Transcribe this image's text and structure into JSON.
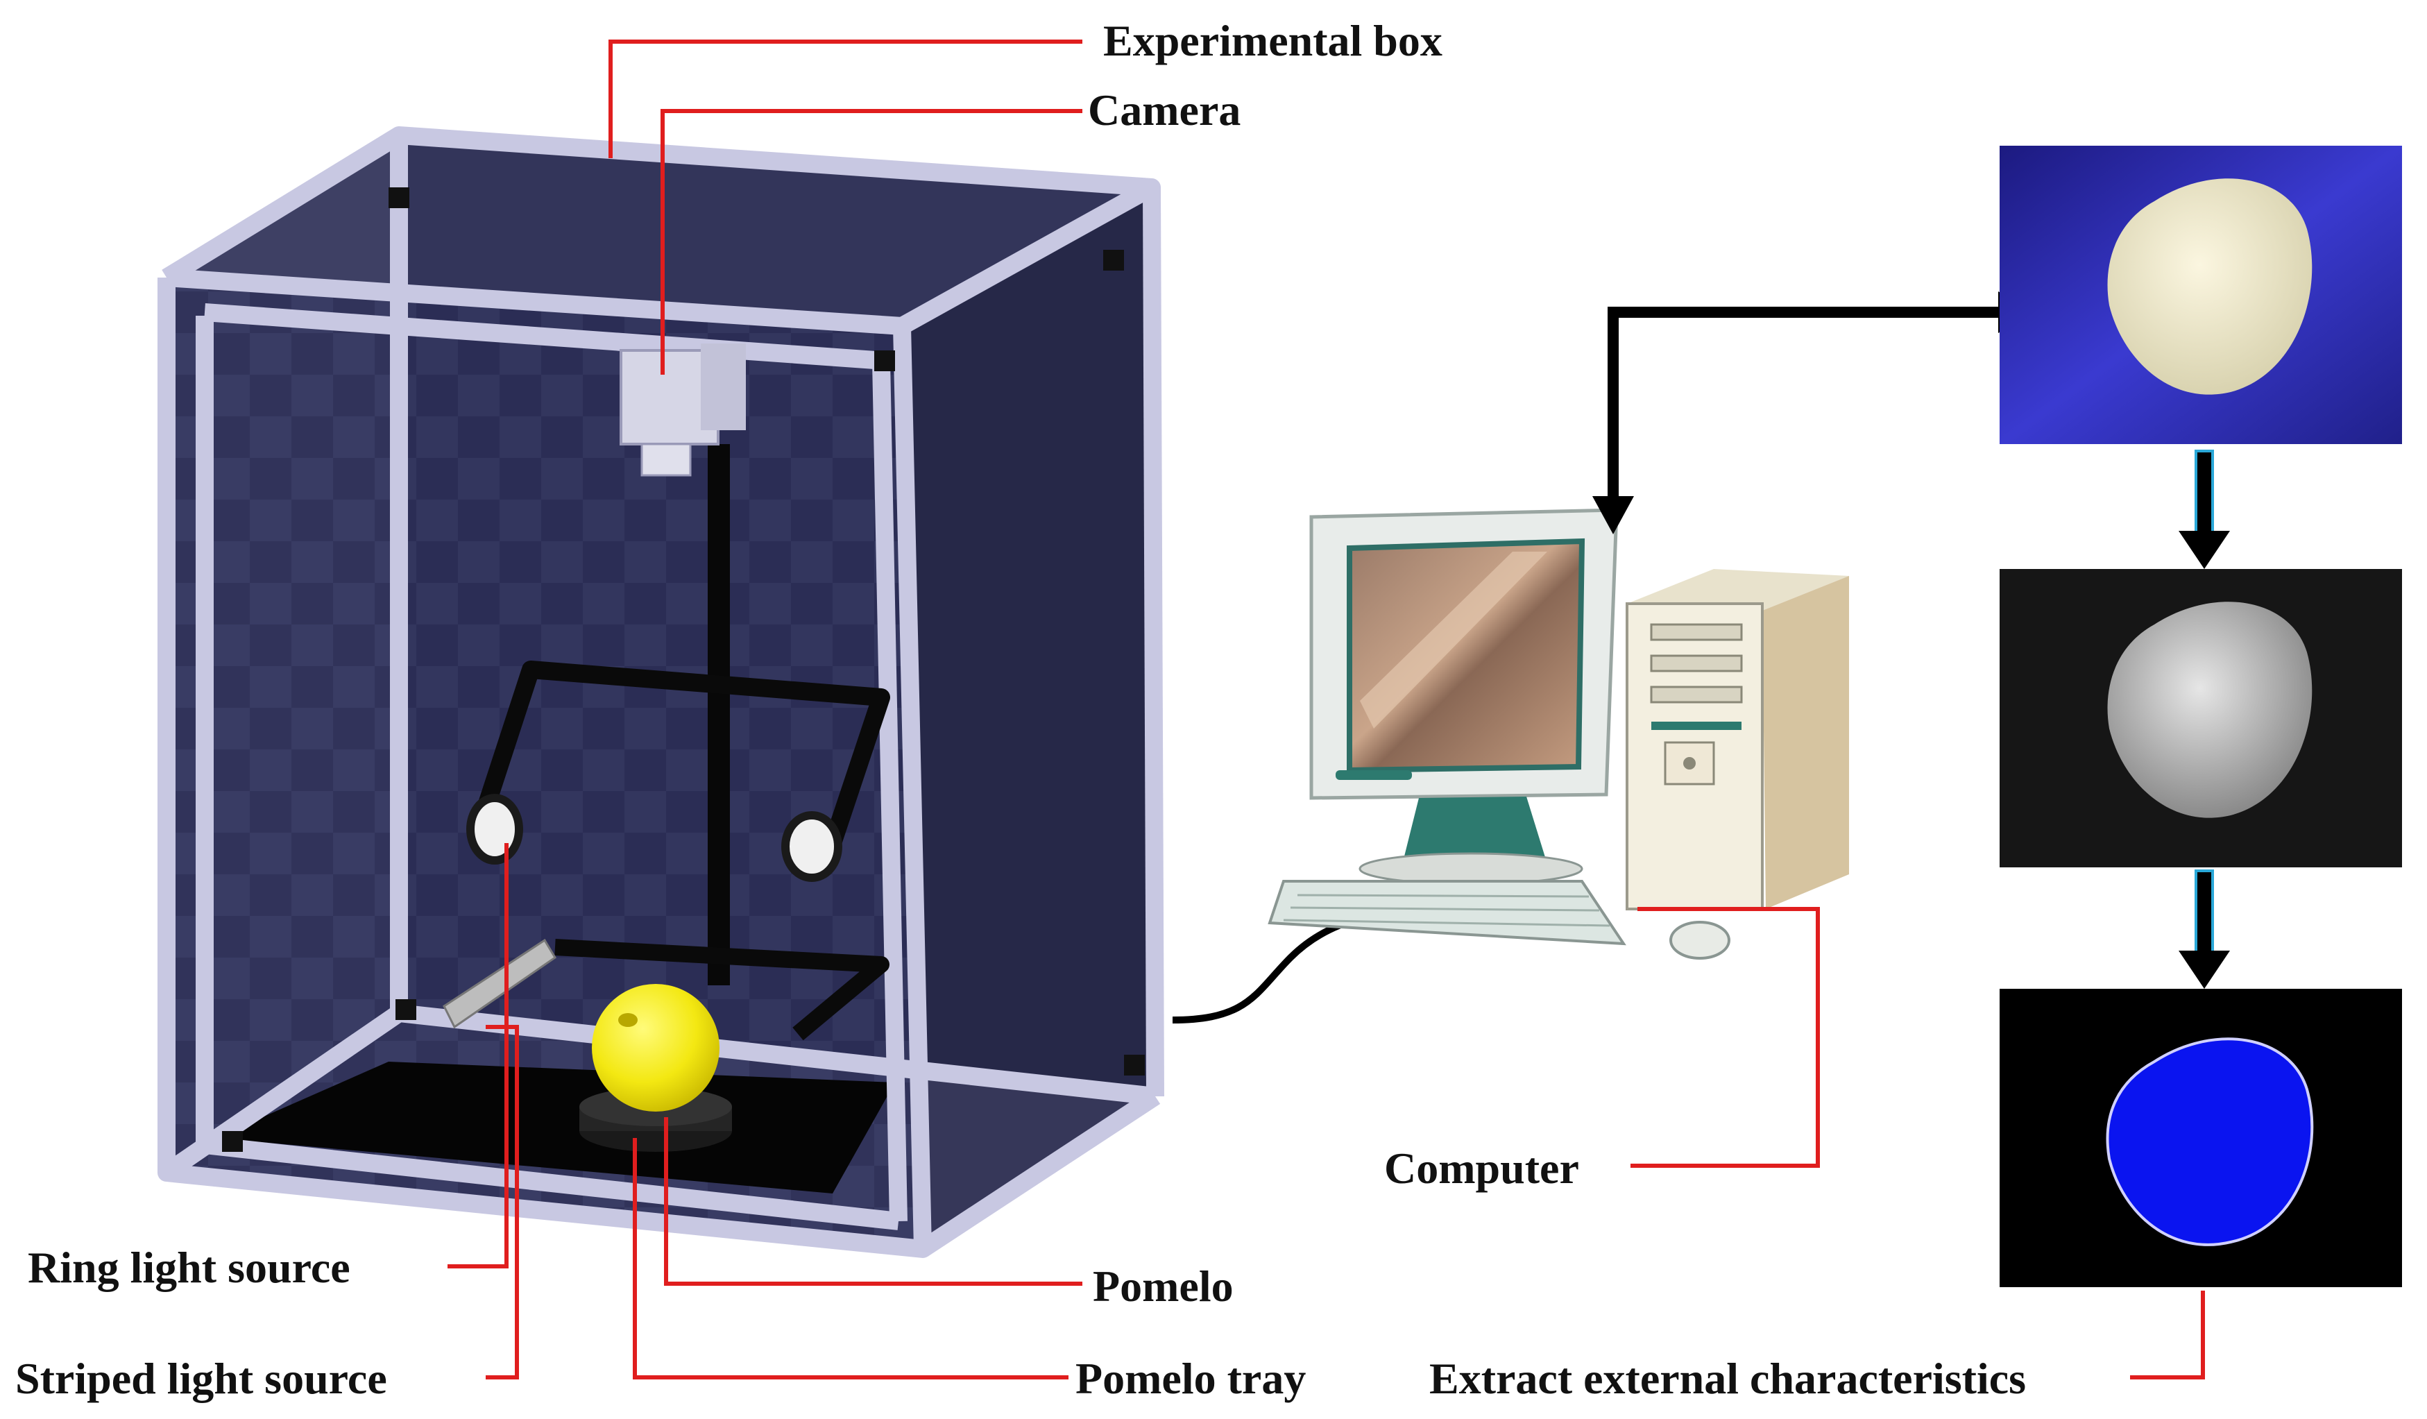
{
  "labels": {
    "experimental_box": "Experimental box",
    "camera": "Camera",
    "computer": "Computer",
    "ring_light_source": "Ring light source",
    "pomelo": "Pomelo",
    "striped_light_source": "Striped light source",
    "pomelo_tray": "Pomelo tray",
    "extract_external_characteristics": "Extract external characteristics"
  },
  "colors": {
    "leader_line": "#e01e1e",
    "box_panel": "#2a2c52",
    "frame": "#c4c4de",
    "pomelo": "#f5ec12",
    "arrow": "#000000",
    "segmented_fill": "#0a14f0"
  },
  "panels": [
    {
      "name": "raw-color-image-panel",
      "style": "color"
    },
    {
      "name": "grayscale-image-panel",
      "style": "grayscale"
    },
    {
      "name": "segmented-image-panel",
      "style": "binary"
    }
  ]
}
